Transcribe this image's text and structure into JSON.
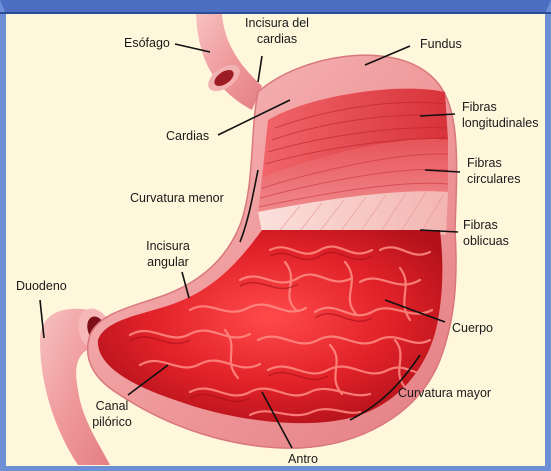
{
  "labels": {
    "esofago": "Esófago",
    "incisura_cardias_1": "Incisura del",
    "incisura_cardias_2": "cardias",
    "fundus": "Fundus",
    "cardias": "Cardias",
    "fibras_longitudinales_1": "Fibras",
    "fibras_longitudinales_2": "longitudinales",
    "fibras_circulares_1": "Fibras",
    "fibras_circulares_2": "circulares",
    "curvatura_menor": "Curvatura menor",
    "fibras_oblicuas_1": "Fibras",
    "fibras_oblicuas_2": "oblicuas",
    "incisura_angular_1": "Incisura",
    "incisura_angular_2": "angular",
    "duodeno": "Duodeno",
    "cuerpo": "Cuerpo",
    "curvatura_mayor": "Curvatura mayor",
    "canal_pilorico_1": "Canal",
    "canal_pilorico_2": "pilórico",
    "antro": "Antro"
  },
  "colors": {
    "background": "#fff7dc",
    "frame": "#6d8fd6",
    "outer_wall": "#f2a9aa",
    "mucosa": "#d9232b",
    "muscle": "#e0454a",
    "oblique": "#f6c9c5"
  }
}
